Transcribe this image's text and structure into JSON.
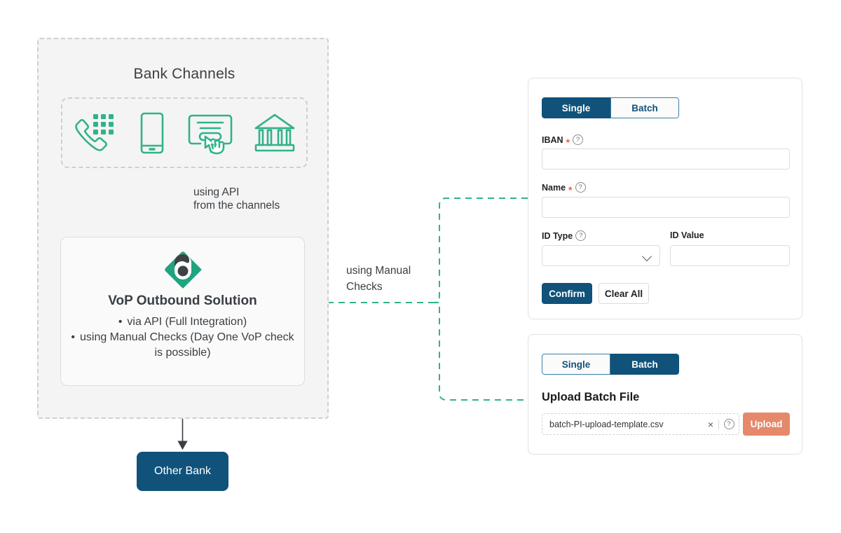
{
  "diagram": {
    "bank_channels": {
      "title": "Bank Channels",
      "icons": [
        {
          "name": "phone-keypad-icon",
          "label": "Phone / Call Center"
        },
        {
          "name": "mobile-phone-icon",
          "label": "Mobile Banking"
        },
        {
          "name": "online-banking-click-icon",
          "label": "Online Banking"
        },
        {
          "name": "bank-building-icon",
          "label": "Branch"
        }
      ]
    },
    "arrow_api_label": "using API\nfrom the channels",
    "arrow_manual_label": "using Manual Checks",
    "vop": {
      "logo_name": "vop-brand-logo",
      "title": "VoP Outbound Solution",
      "bullets": [
        "via API (Full Integration)",
        "using Manual Checks (Day One VoP check is possible)"
      ]
    },
    "other_bank": "Other Bank"
  },
  "single_panel": {
    "tabs": [
      {
        "label": "Single",
        "active": true
      },
      {
        "label": "Batch",
        "active": false
      }
    ],
    "fields": {
      "iban": {
        "label": "IBAN",
        "required_mark": "*",
        "help": "?",
        "value": "",
        "placeholder": ""
      },
      "name": {
        "label": "Name",
        "required_mark": "*",
        "help": "?",
        "value": "",
        "placeholder": ""
      },
      "id_type": {
        "label": "ID Type",
        "help": "?",
        "value": "",
        "chevron": "chevron-down-icon"
      },
      "id_value": {
        "label": "ID Value",
        "value": "",
        "placeholder": ""
      }
    },
    "buttons": {
      "confirm": "Confirm",
      "clear_all": "Clear All"
    }
  },
  "batch_panel": {
    "tabs": [
      {
        "label": "Single",
        "active": false
      },
      {
        "label": "Batch",
        "active": true
      }
    ],
    "heading": "Upload Batch File",
    "file": {
      "name": "batch-PI-upload-template.csv",
      "clear_icon": "×",
      "help": "?"
    },
    "upload_button": "Upload"
  },
  "colors": {
    "navy": "#10527a",
    "teal": "#31b28a",
    "coral": "#e5896a",
    "panel_bg": "#f4f4f4",
    "text": "#3b3f43",
    "dashed_gray": "#cfcfcf"
  }
}
